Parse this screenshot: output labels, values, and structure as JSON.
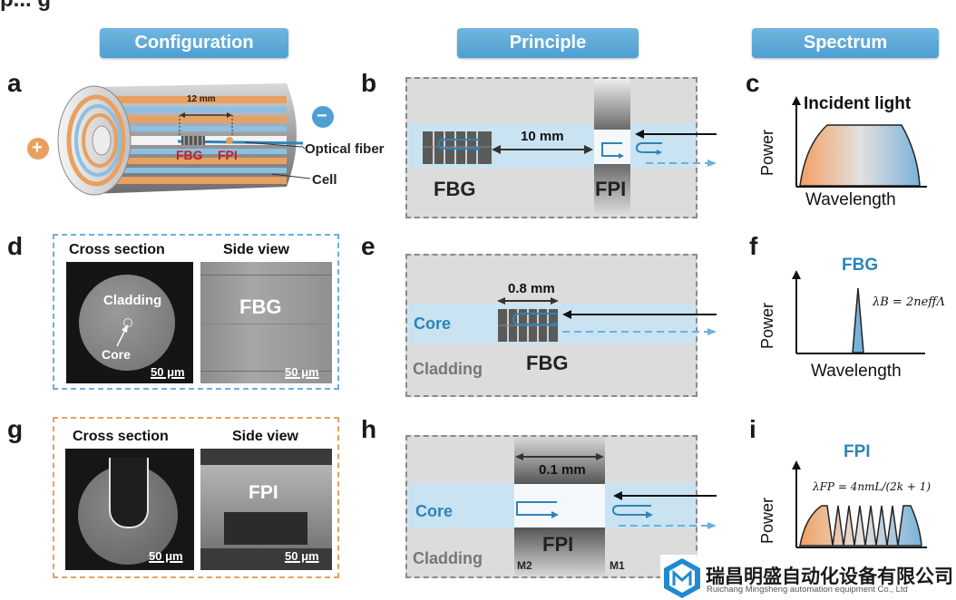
{
  "page_title_fragment": "p... g",
  "headers": {
    "configuration": "Configuration",
    "principle": "Principle",
    "spectrum": "Spectrum"
  },
  "panel_letters": {
    "a": "a",
    "b": "b",
    "c": "c",
    "d": "d",
    "e": "e",
    "f": "f",
    "g": "g",
    "h": "h",
    "i": "i"
  },
  "panel_a": {
    "length": "12 mm",
    "fbg": "FBG",
    "fpi": "FPI",
    "fiber": "Optical fiber",
    "cell": "Cell",
    "plus": "+",
    "minus": "−"
  },
  "panel_b": {
    "distance": "10 mm",
    "fbg": "FBG",
    "fpi": "FPI"
  },
  "panel_c": {
    "title": "Incident light",
    "ylabel": "Power",
    "xlabel": "Wavelength"
  },
  "panel_d": {
    "cross": "Cross section",
    "side": "Side view",
    "cladding": "Cladding",
    "core": "Core",
    "fbg": "FBG",
    "scale1": "50 μm",
    "scale2": "50 μm"
  },
  "panel_e": {
    "length": "0.8 mm",
    "core": "Core",
    "cladding": "Cladding",
    "fbg": "FBG"
  },
  "panel_f": {
    "title": "FBG",
    "ylabel": "Power",
    "xlabel": "Wavelength",
    "equation": "λB = 2neffΛ"
  },
  "panel_g": {
    "cross": "Cross section",
    "side": "Side view",
    "fpi": "FPI",
    "scale1": "50 μm",
    "scale2": "50 μm"
  },
  "panel_h": {
    "length": "0.1 mm",
    "core": "Core",
    "cladding": "Cladding",
    "fpi": "FPI",
    "m2": "M2",
    "m1": "M1"
  },
  "panel_i": {
    "title": "FPI",
    "ylabel": "Power",
    "equation": "λFP = 4nmL/(2k + 1)"
  },
  "watermark": {
    "chinese": "瑞昌明盛自动化设备有限公司",
    "english": "Ruichang Mingsheng automation equipment Co., Ltd"
  },
  "colors": {
    "header_blue": "#4f9fd2",
    "fiber_blue": "#2d84b8",
    "cell_orange": "#e8a060",
    "cell_blue": "#8dbfe2",
    "fbg_red": "#c0202a",
    "core_blue": "#c9e3f2",
    "box_grey": "#dcdcdc",
    "dashed_blue": "#6ab0dc",
    "dashed_orange": "#e8a060"
  }
}
